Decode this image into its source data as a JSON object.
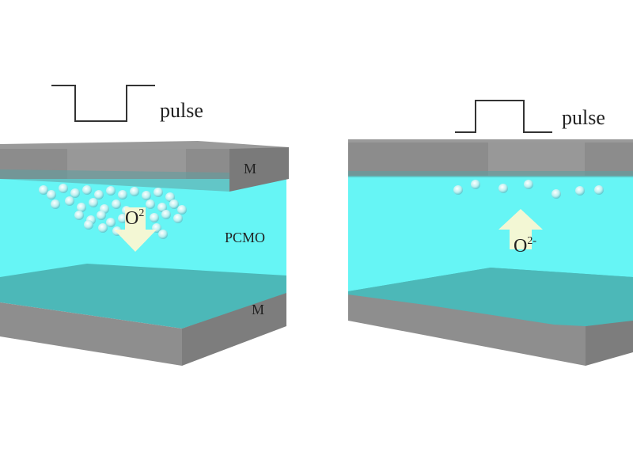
{
  "left_device": {
    "pulse_label": "pulse",
    "top_electrode_label": "M",
    "oxide_label": "PCMO",
    "bottom_electrode_label": "M",
    "ion_label": "O",
    "ion_charge": "2",
    "ion_direction": "down"
  },
  "right_device": {
    "pulse_label": "pulse",
    "ion_label": "O",
    "ion_charge": "2-",
    "ion_direction": "up"
  },
  "colors": {
    "electrode": "#8c8c8c",
    "electrode_light": "#a3a3a3",
    "oxide": "#66f5f5",
    "interface": "#4cb8b8",
    "arrow": "#fbf7d2",
    "bubble": "#c9f3f3"
  }
}
